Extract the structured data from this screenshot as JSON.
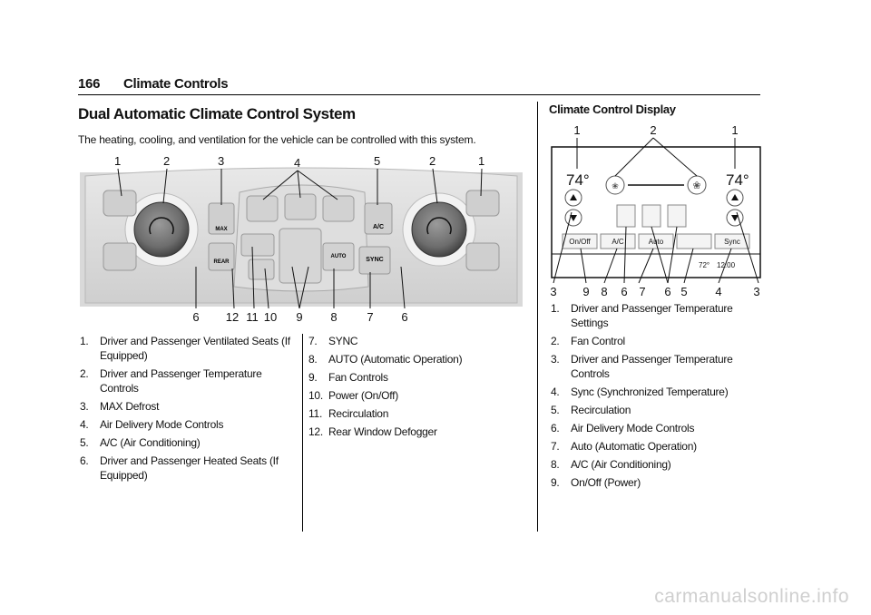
{
  "header": {
    "page_number": "166",
    "chapter": "Climate Controls"
  },
  "section": {
    "title": "Dual Automatic Climate Control System",
    "intro": "The heating, cooling, and ventilation for the vehicle can be controlled with this system."
  },
  "figure1": {
    "callouts_top": [
      "1",
      "2",
      "3",
      "4",
      "5",
      "2",
      "1"
    ],
    "callouts_bottom": [
      "6",
      "12",
      "11",
      "10",
      "9",
      "8",
      "7",
      "6"
    ],
    "button_labels": {
      "max": "MAX",
      "rear": "REAR",
      "auto": "AUTO",
      "ac": "A/C",
      "sync": "SYNC"
    }
  },
  "left_list": [
    {
      "num": "1.",
      "text": "Driver and Passenger Ventilated Seats (If",
      "cont": "Equipped)"
    },
    {
      "num": "2.",
      "text": "Driver and Passenger Temperature",
      "cont": "Controls"
    },
    {
      "num": "3.",
      "text": "MAX Defrost"
    },
    {
      "num": "4.",
      "text": "Air Delivery Mode Controls"
    },
    {
      "num": "5.",
      "text": "A/C (Air Conditioning)"
    },
    {
      "num": "6.",
      "text": "Driver and Passenger Heated Seats (If",
      "cont": "Equipped)"
    }
  ],
  "mid_list": [
    {
      "num": "7.",
      "text": "SYNC"
    },
    {
      "num": "8.",
      "text": "AUTO (Automatic Operation)"
    },
    {
      "num": "9.",
      "text": "Fan Controls"
    },
    {
      "num": "10.",
      "text": "Power (On/Off)"
    },
    {
      "num": "11.",
      "text": "Recirculation"
    },
    {
      "num": "12.",
      "text": "Rear Window Defogger"
    }
  ],
  "display": {
    "title": "Climate Control Display",
    "callouts_top": [
      "1",
      "2",
      "1"
    ],
    "callouts_bottom": [
      "3",
      "9",
      "8",
      "6",
      "7",
      "6",
      "5",
      "4",
      "3"
    ],
    "left_temp": "74°",
    "right_temp": "74°",
    "buttons": [
      "On/Off",
      "A/C",
      "Auto",
      "",
      "Sync"
    ],
    "status_temp": "72°",
    "status_time": "12:00"
  },
  "right_list": [
    {
      "num": "1.",
      "text": "Driver and Passenger Temperature",
      "cont": "Settings"
    },
    {
      "num": "2.",
      "text": "Fan Control"
    },
    {
      "num": "3.",
      "text": "Driver and Passenger Temperature",
      "cont": "Controls"
    },
    {
      "num": "4.",
      "text": "Sync (Synchronized Temperature)"
    },
    {
      "num": "5.",
      "text": "Recirculation"
    },
    {
      "num": "6.",
      "text": "Air Delivery Mode Controls"
    },
    {
      "num": "7.",
      "text": "Auto (Automatic Operation)"
    },
    {
      "num": "8.",
      "text": "A/C (Air Conditioning)"
    },
    {
      "num": "9.",
      "text": "On/Off (Power)"
    }
  ],
  "watermark": "carmanualsonline.info"
}
